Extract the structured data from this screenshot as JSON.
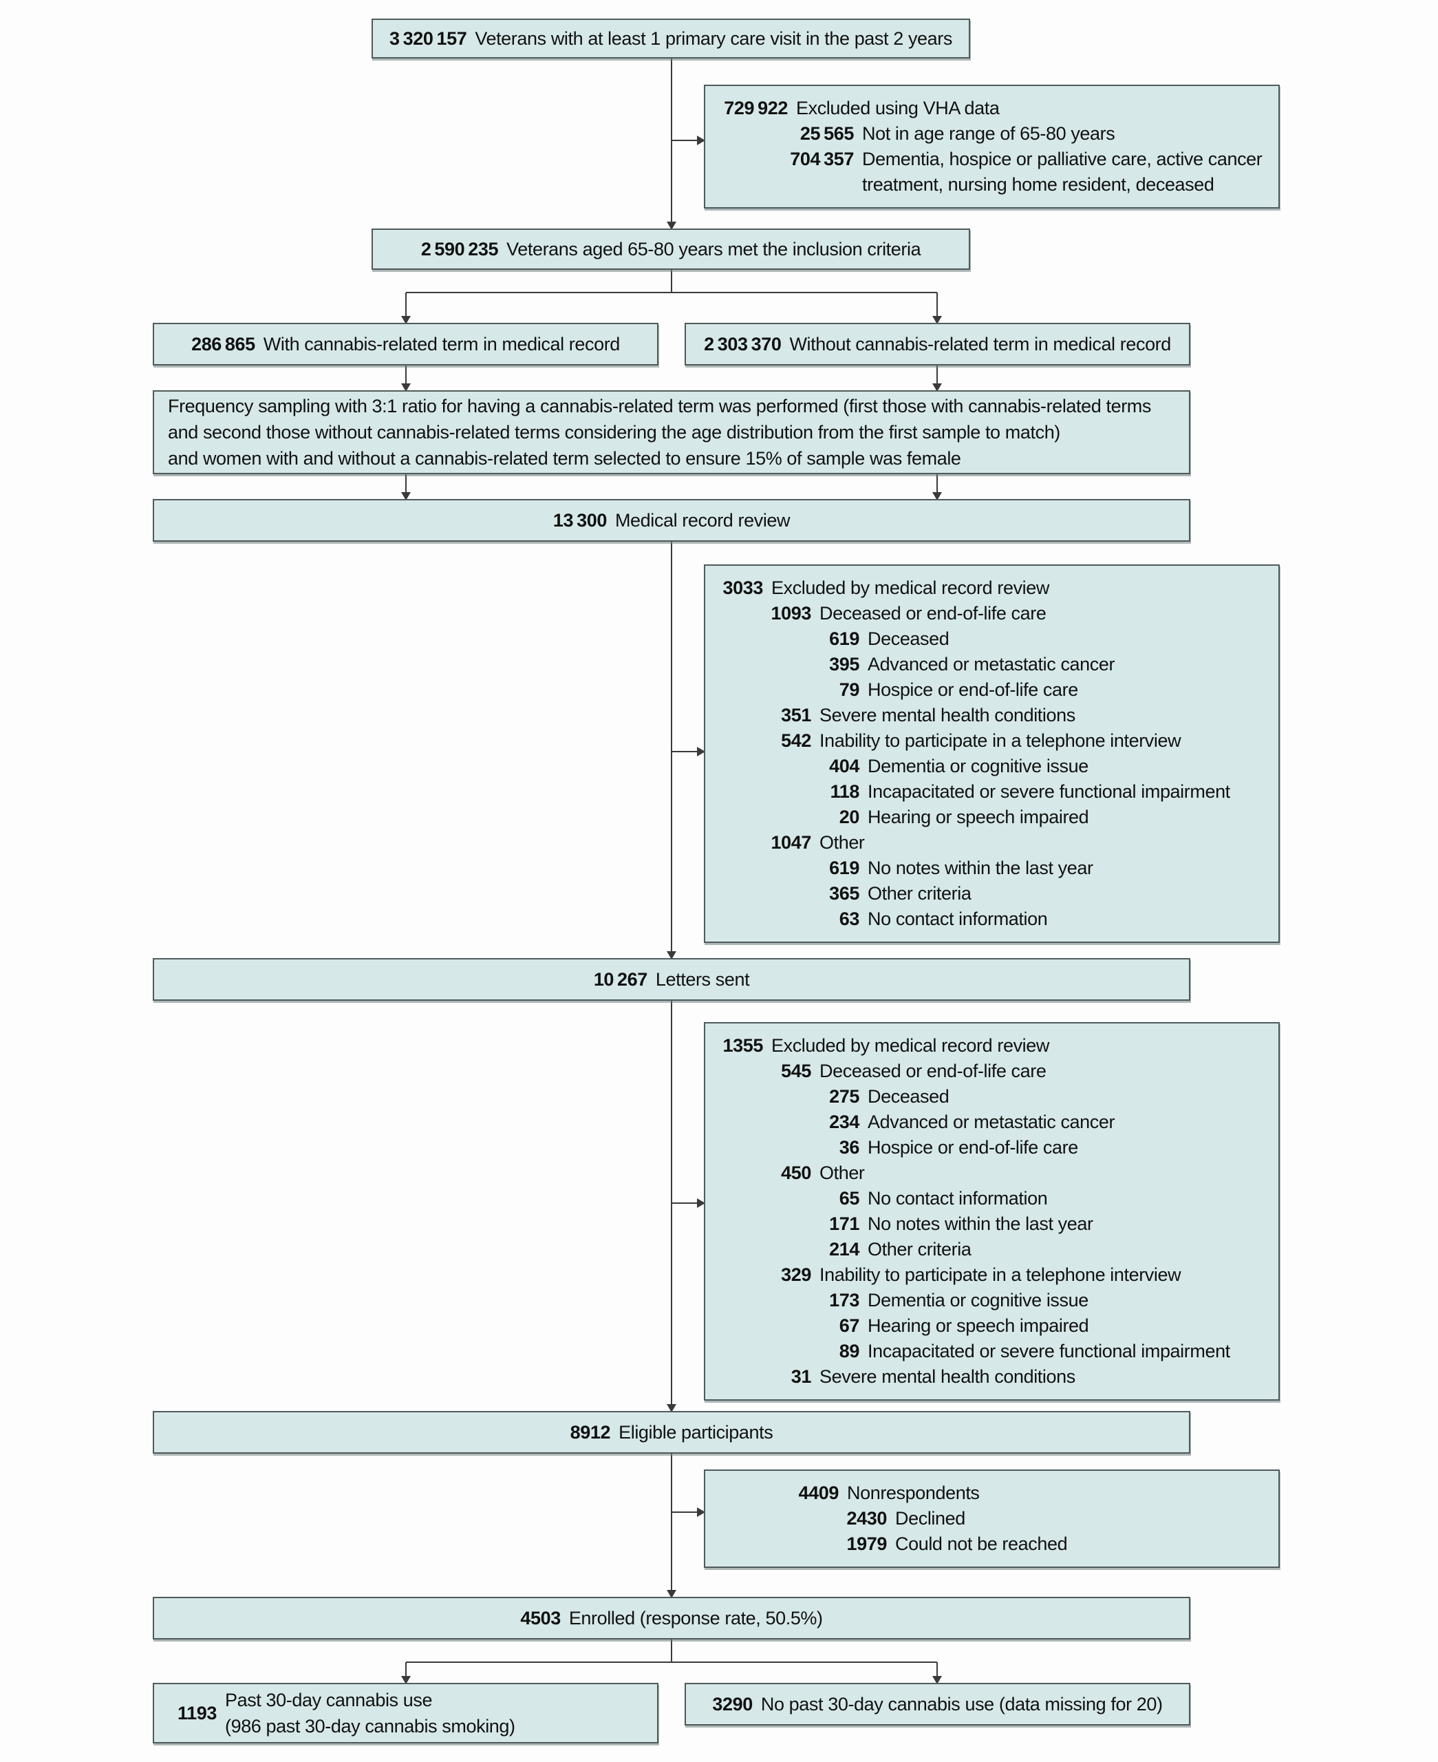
{
  "figure": {
    "colors": {
      "box_fill": "#d6e8e8",
      "box_border": "#4f5a5a",
      "line_color": "#3a3a3a"
    },
    "nodes": {
      "population": {
        "number": "3 320 157",
        "label": "Veterans with at least 1 primary care visit in the past 2 years"
      },
      "excl_vha": {
        "rows": [
          {
            "num": "729 922",
            "text": "Excluded using VHA data",
            "indent": 0
          },
          {
            "num": "25 565",
            "text": "Not in age range of 65-80 years",
            "indent": 1
          },
          {
            "num": "704 357",
            "text": "Dementia, hospice or palliative care, active cancer treatment, nursing home resident, deceased",
            "indent": 1
          }
        ]
      },
      "inclusion": {
        "number": "2 590 235",
        "label": "Veterans aged 65-80 years met the inclusion criteria"
      },
      "with_term": {
        "number": "286 865",
        "label": "With cannabis-related term in medical record"
      },
      "without_term": {
        "number": "2 303 370",
        "label": "Without cannabis-related term in medical record"
      },
      "sampling": {
        "lines": [
          {
            "text": "Frequency sampling with 3:1 ratio for having a cannabis-related term was performed (first those with cannabis-related terms"
          },
          {
            "text": "and second those without cannabis-related terms considering the age distribution from the first sample to match)"
          },
          {
            "text": "and women with and without a cannabis-related term selected to ensure 15% of sample was female"
          }
        ]
      },
      "record_review": {
        "number": "13 300",
        "label": "Medical record review"
      },
      "excl_review1": {
        "rows": [
          {
            "num": "3033",
            "text": "Excluded by medical record review",
            "indent": 0
          },
          {
            "num": "1093",
            "text": "Deceased or end-of-life care",
            "indent": 1
          },
          {
            "num": "619",
            "text": "Deceased",
            "indent": 2
          },
          {
            "num": "395",
            "text": "Advanced or metastatic cancer",
            "indent": 2
          },
          {
            "num": "79",
            "text": "Hospice or end-of-life care",
            "indent": 2
          },
          {
            "num": "351",
            "text": "Severe mental health conditions",
            "indent": 1
          },
          {
            "num": "542",
            "text": "Inability to participate in a telephone interview",
            "indent": 1
          },
          {
            "num": "404",
            "text": "Dementia or cognitive issue",
            "indent": 2
          },
          {
            "num": "118",
            "text": "Incapacitated or severe functional impairment",
            "indent": 2
          },
          {
            "num": "20",
            "text": "Hearing or speech impaired",
            "indent": 2
          },
          {
            "num": "1047",
            "text": "Other",
            "indent": 1
          },
          {
            "num": "619",
            "text": "No notes within the last year",
            "indent": 2
          },
          {
            "num": "365",
            "text": "Other criteria",
            "indent": 2
          },
          {
            "num": "63",
            "text": "No contact information",
            "indent": 2
          }
        ]
      },
      "letters": {
        "number": "10 267",
        "label": "Letters sent"
      },
      "excl_review2": {
        "rows": [
          {
            "num": "1355",
            "text": "Excluded by medical record review",
            "indent": 0
          },
          {
            "num": "545",
            "text": "Deceased or end-of-life care",
            "indent": 1
          },
          {
            "num": "275",
            "text": "Deceased",
            "indent": 2
          },
          {
            "num": "234",
            "text": "Advanced or metastatic cancer",
            "indent": 2
          },
          {
            "num": "36",
            "text": "Hospice or end-of-life care",
            "indent": 2
          },
          {
            "num": "450",
            "text": "Other",
            "indent": 1
          },
          {
            "num": "65",
            "text": "No contact information",
            "indent": 2
          },
          {
            "num": "171",
            "text": "No notes within the last year",
            "indent": 2
          },
          {
            "num": "214",
            "text": "Other criteria",
            "indent": 2
          },
          {
            "num": "329",
            "text": "Inability to participate in a telephone interview",
            "indent": 1
          },
          {
            "num": "173",
            "text": "Dementia or cognitive issue",
            "indent": 2
          },
          {
            "num": "67",
            "text": "Hearing or speech impaired",
            "indent": 2
          },
          {
            "num": "89",
            "text": "Incapacitated or severe functional impairment",
            "indent": 2
          },
          {
            "num": "31",
            "text": "Severe mental health conditions",
            "indent": 1
          }
        ]
      },
      "eligible": {
        "number": "8912",
        "label": "Eligible participants"
      },
      "nonrespondents": {
        "rows": [
          {
            "num": "4409",
            "text": "Nonrespondents",
            "indent": 0
          },
          {
            "num": "2430",
            "text": "Declined",
            "indent": 1
          },
          {
            "num": "1979",
            "text": "Could not be reached",
            "indent": 1
          }
        ]
      },
      "enrolled": {
        "number": "4503",
        "label": "Enrolled (response rate, 50.5%)"
      },
      "cannabis_use": {
        "number": "1193",
        "label": "Past 30-day cannabis use",
        "sub": "(986 past 30-day cannabis smoking)"
      },
      "no_cannabis_use": {
        "number": "3290",
        "label": "No past 30-day cannabis use (data missing for 20)"
      }
    }
  }
}
